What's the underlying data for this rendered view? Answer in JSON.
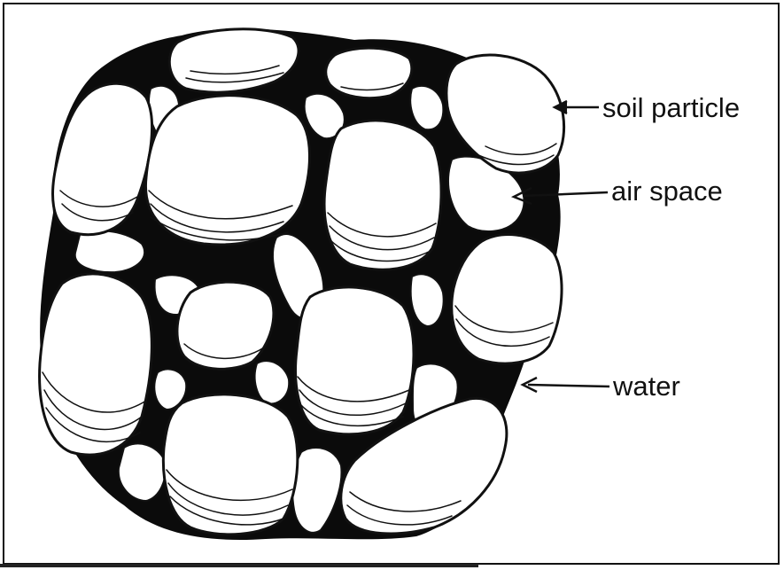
{
  "labels": {
    "soil_particle": "soil particle",
    "air_space": "air space",
    "water": "water"
  },
  "colors": {
    "water": "#0b0b0b",
    "particle_fill": "#ffffff",
    "air_fill": "#ffffff",
    "outline": "#111111"
  }
}
